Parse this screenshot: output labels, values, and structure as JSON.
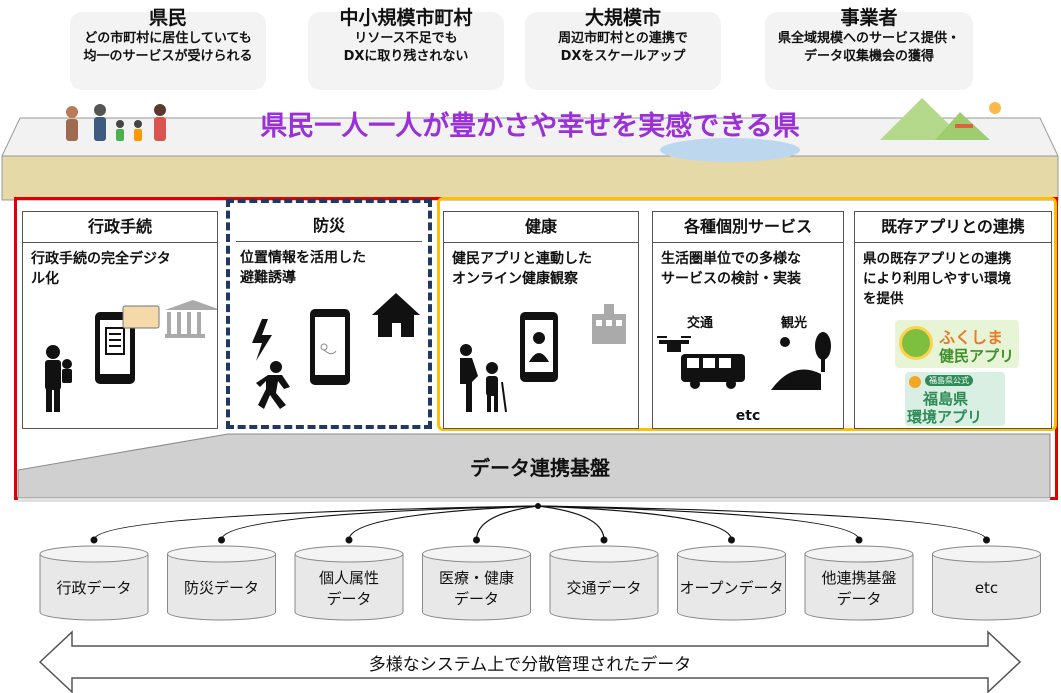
{
  "stakeholders": [
    {
      "title": "県民",
      "desc": "どの市町村に居住していても\n均一のサービスが受けられる"
    },
    {
      "title": "中小規模市町村",
      "desc": "リソース不足でも\nDXに取り残されない"
    },
    {
      "title": "大規模市",
      "desc": "周辺市町村との連携で\nDXをスケールアップ"
    },
    {
      "title": "事業者",
      "desc": "県全域規模へのサービス提供・\nデータ収集機会の獲得"
    }
  ],
  "vision": "県民一人一人が豊かさや幸せを実感できる県",
  "services": [
    {
      "title": "行政手続",
      "desc": "行政手続の完全デジタ\nル化"
    },
    {
      "title": "防災",
      "desc": "位置情報を活用した\n避難誘導"
    },
    {
      "title": "健康",
      "desc": "健民アプリと連動した\nオンライン健康観察"
    },
    {
      "title": "各種個別サービス",
      "desc": "生活圏単位での多様な\nサービスの検討・実装",
      "sub_labels": [
        "交通",
        "観光"
      ],
      "footer": "etc"
    },
    {
      "title": "既存アプリとの連携",
      "desc": "県の既存アプリとの連携\nにより利用しやすい環境\nを提供",
      "app1": {
        "line1": "ふくしま",
        "line2": "健民アプリ"
      },
      "app2": {
        "badge": "福島県公式",
        "line1": "福島県",
        "line2": "環境アプリ"
      }
    }
  ],
  "platform": "データ連携基盤",
  "databases": [
    [
      "行政データ"
    ],
    [
      "防災データ"
    ],
    [
      "個人属性",
      "データ"
    ],
    [
      "医療・健康",
      "データ"
    ],
    [
      "交通データ"
    ],
    [
      "オープンデータ"
    ],
    [
      "他連携基盤",
      "データ"
    ],
    [
      "etc"
    ]
  ],
  "bottom_arrow": "多様なシステム上で分散管理されたデータ",
  "colors": {
    "red": "#e00000",
    "navy": "#1f3864",
    "gold": "#ffc000",
    "purple": "#9b30d9",
    "ground": "#e6d9a8"
  }
}
